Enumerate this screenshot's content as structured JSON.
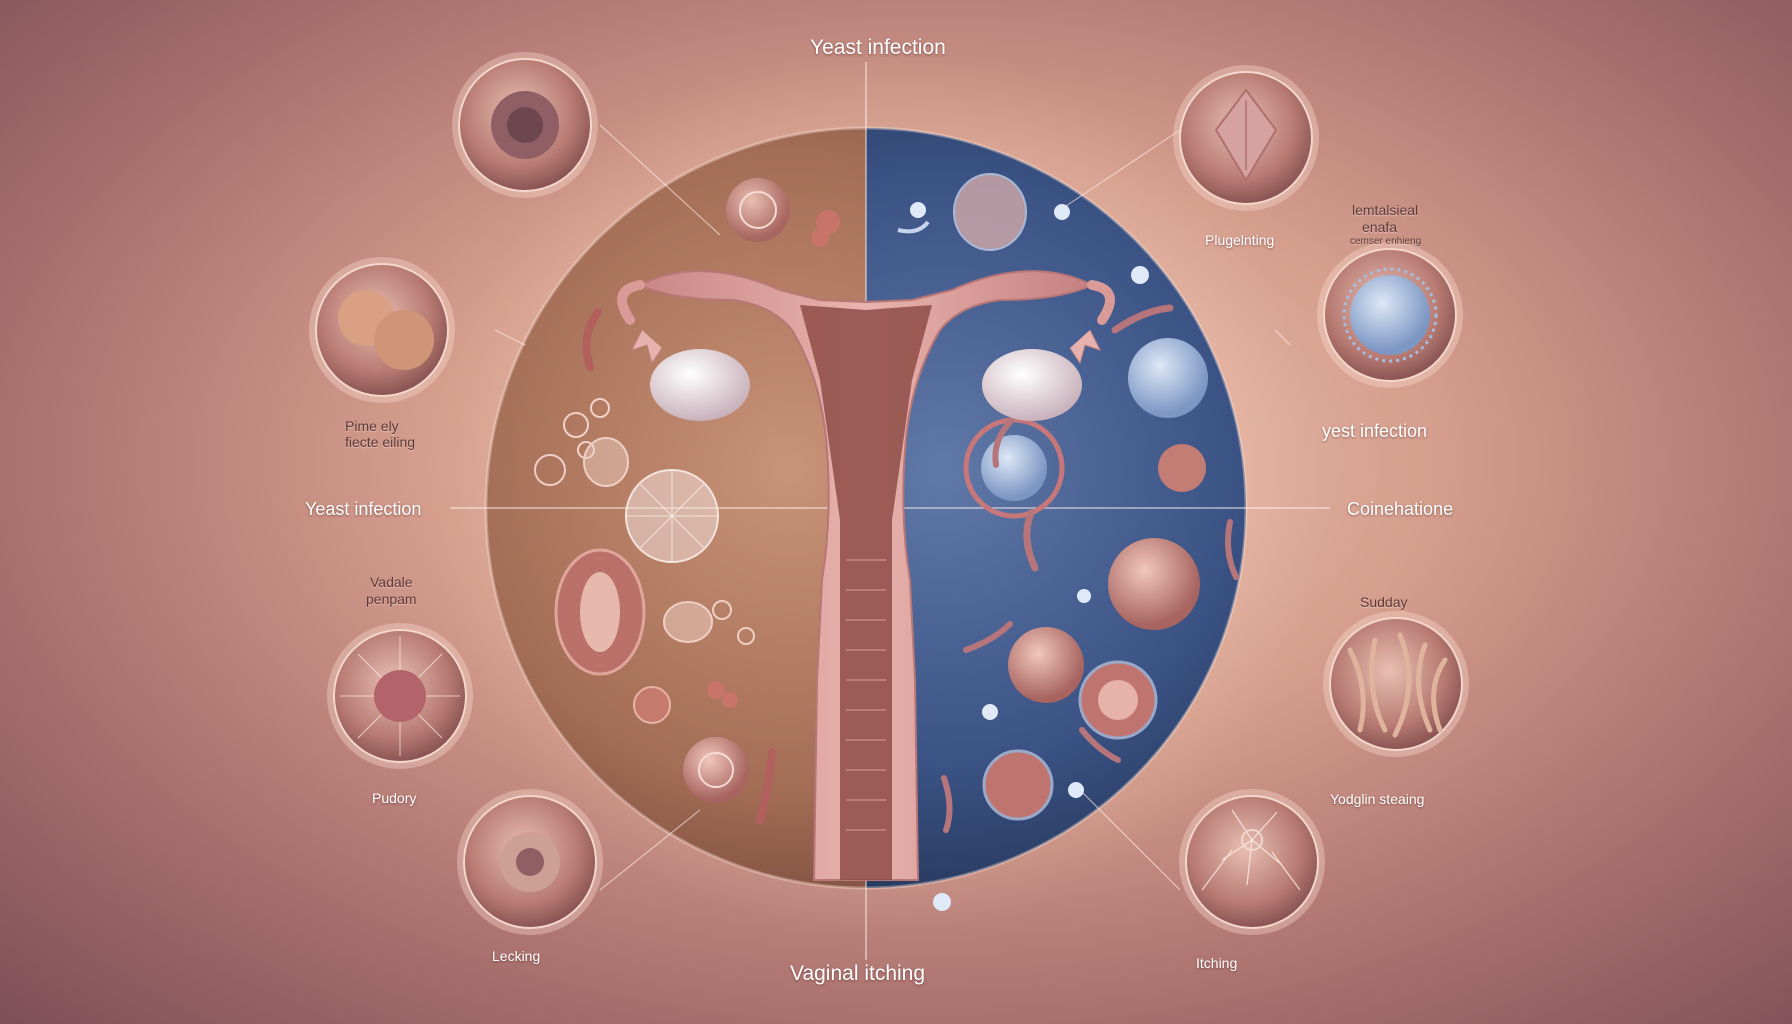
{
  "labels": {
    "top": "Yeast infection",
    "bottom": "Vaginal itching",
    "left_middle": "Yeast infection",
    "right_middle": "Coinehatione",
    "left_upper_1": "Pime ely",
    "left_upper_2": "fiecte eiling",
    "left_lower_1": "Vadale",
    "left_lower_2": "penpam",
    "left_pudory": "Pudory",
    "left_lecking": "Lecking",
    "right_top": "Plugelnting",
    "right_upper_1": "lemtalsieal",
    "right_upper_2": "enafa",
    "right_upper_3": "cemser enhieng",
    "right_yest": "yest infection",
    "right_sudday": "Sudday",
    "right_yodglin": "Yodglin steaing",
    "right_itching": "Itching"
  },
  "colors": {
    "left_half": "#b07a62",
    "right_half": "#3e5888",
    "uterus": "#d99a98",
    "label": "#ffffff"
  },
  "icons": {
    "inset_cells": "cell-icon",
    "organ": "uterus-icon"
  }
}
